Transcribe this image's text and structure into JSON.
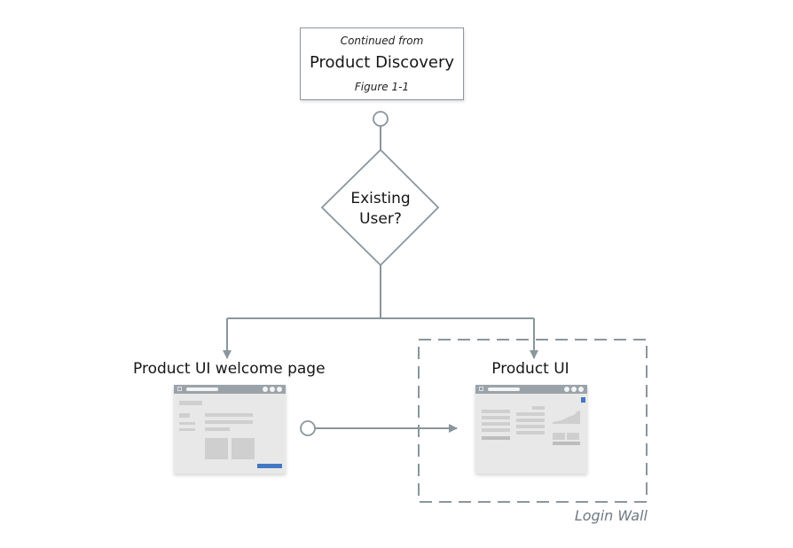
{
  "start": {
    "continued": "Continued from",
    "title": "Product Discovery",
    "figure": "Figure 1-1"
  },
  "decision": {
    "line1": "Existing",
    "line2": "User?"
  },
  "nodes": {
    "welcome_page": "Product UI welcome page",
    "product_ui": "Product UI"
  },
  "group": {
    "label": "Login Wall"
  },
  "colors": {
    "connector": "#8a969d",
    "accent": "#4277c3",
    "group_border": "#8a969d",
    "group_label": "#6f7a82"
  }
}
